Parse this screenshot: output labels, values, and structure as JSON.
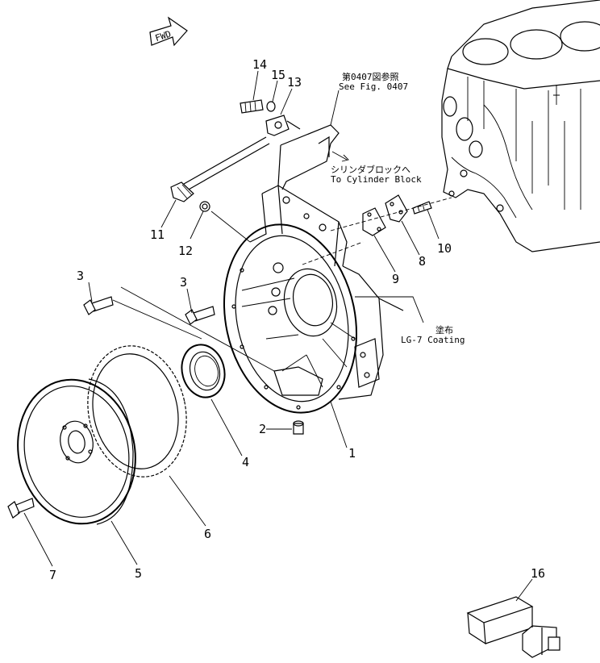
{
  "fwd_label": "FWD",
  "callouts": {
    "n1": "1",
    "n2": "2",
    "n3a": "3",
    "n3b": "3",
    "n4": "4",
    "n5": "5",
    "n6": "6",
    "n7": "7",
    "n8": "8",
    "n9": "9",
    "n10": "10",
    "n11": "11",
    "n12": "12",
    "n13": "13",
    "n14": "14",
    "n15": "15",
    "n16": "16"
  },
  "notes": {
    "see_fig_jp": "第0407図参照",
    "see_fig_en": "See Fig. 0407",
    "cylinder_block_jp": "シリンダブロックへ",
    "cylinder_block_en": "To Cylinder Block",
    "coating_jp": "塗布",
    "coating_en": "LG-7 Coating"
  }
}
